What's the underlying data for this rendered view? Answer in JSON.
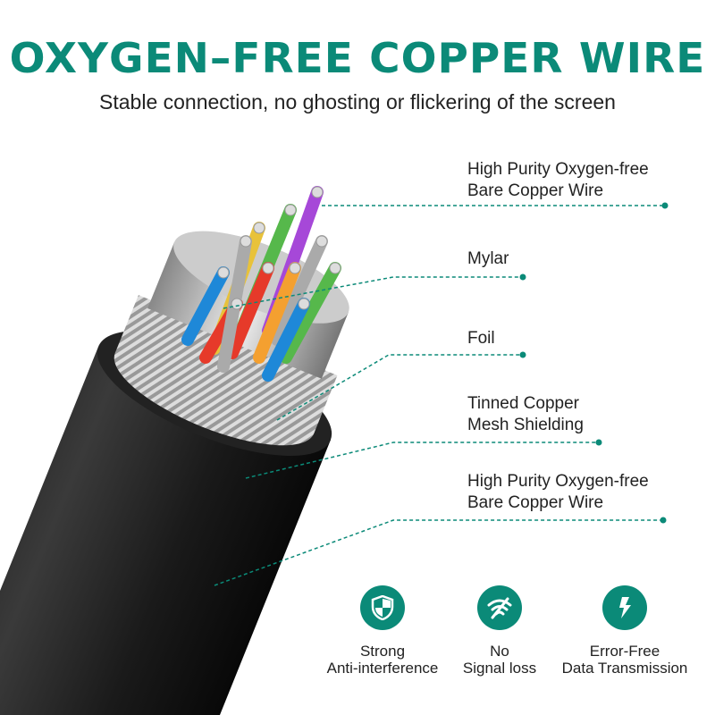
{
  "header": {
    "title": "OXYGEN–FREE COPPER WIRE",
    "subtitle": "Stable connection, no ghosting or flickering of the screen"
  },
  "labels": [
    {
      "line1": "High Purity Oxygen-free",
      "line2": "Bare Copper Wire"
    },
    {
      "line1": "Mylar",
      "line2": ""
    },
    {
      "line1": "Foil",
      "line2": ""
    },
    {
      "line1": "Tinned Copper",
      "line2": "Mesh Shielding"
    },
    {
      "line1": "High Purity Oxygen-free",
      "line2": "Bare Copper Wire"
    }
  ],
  "features": [
    {
      "icon": "shield-icon",
      "line1": "Strong",
      "line2": "Anti-interference"
    },
    {
      "icon": "no-signal-icon",
      "line1": "No",
      "line2": "Signal loss"
    },
    {
      "icon": "lightning-icon",
      "line1": "Error-Free",
      "line2": "Data Transmission"
    }
  ],
  "colors": {
    "accent": "#0b8a78",
    "text": "#222222"
  }
}
